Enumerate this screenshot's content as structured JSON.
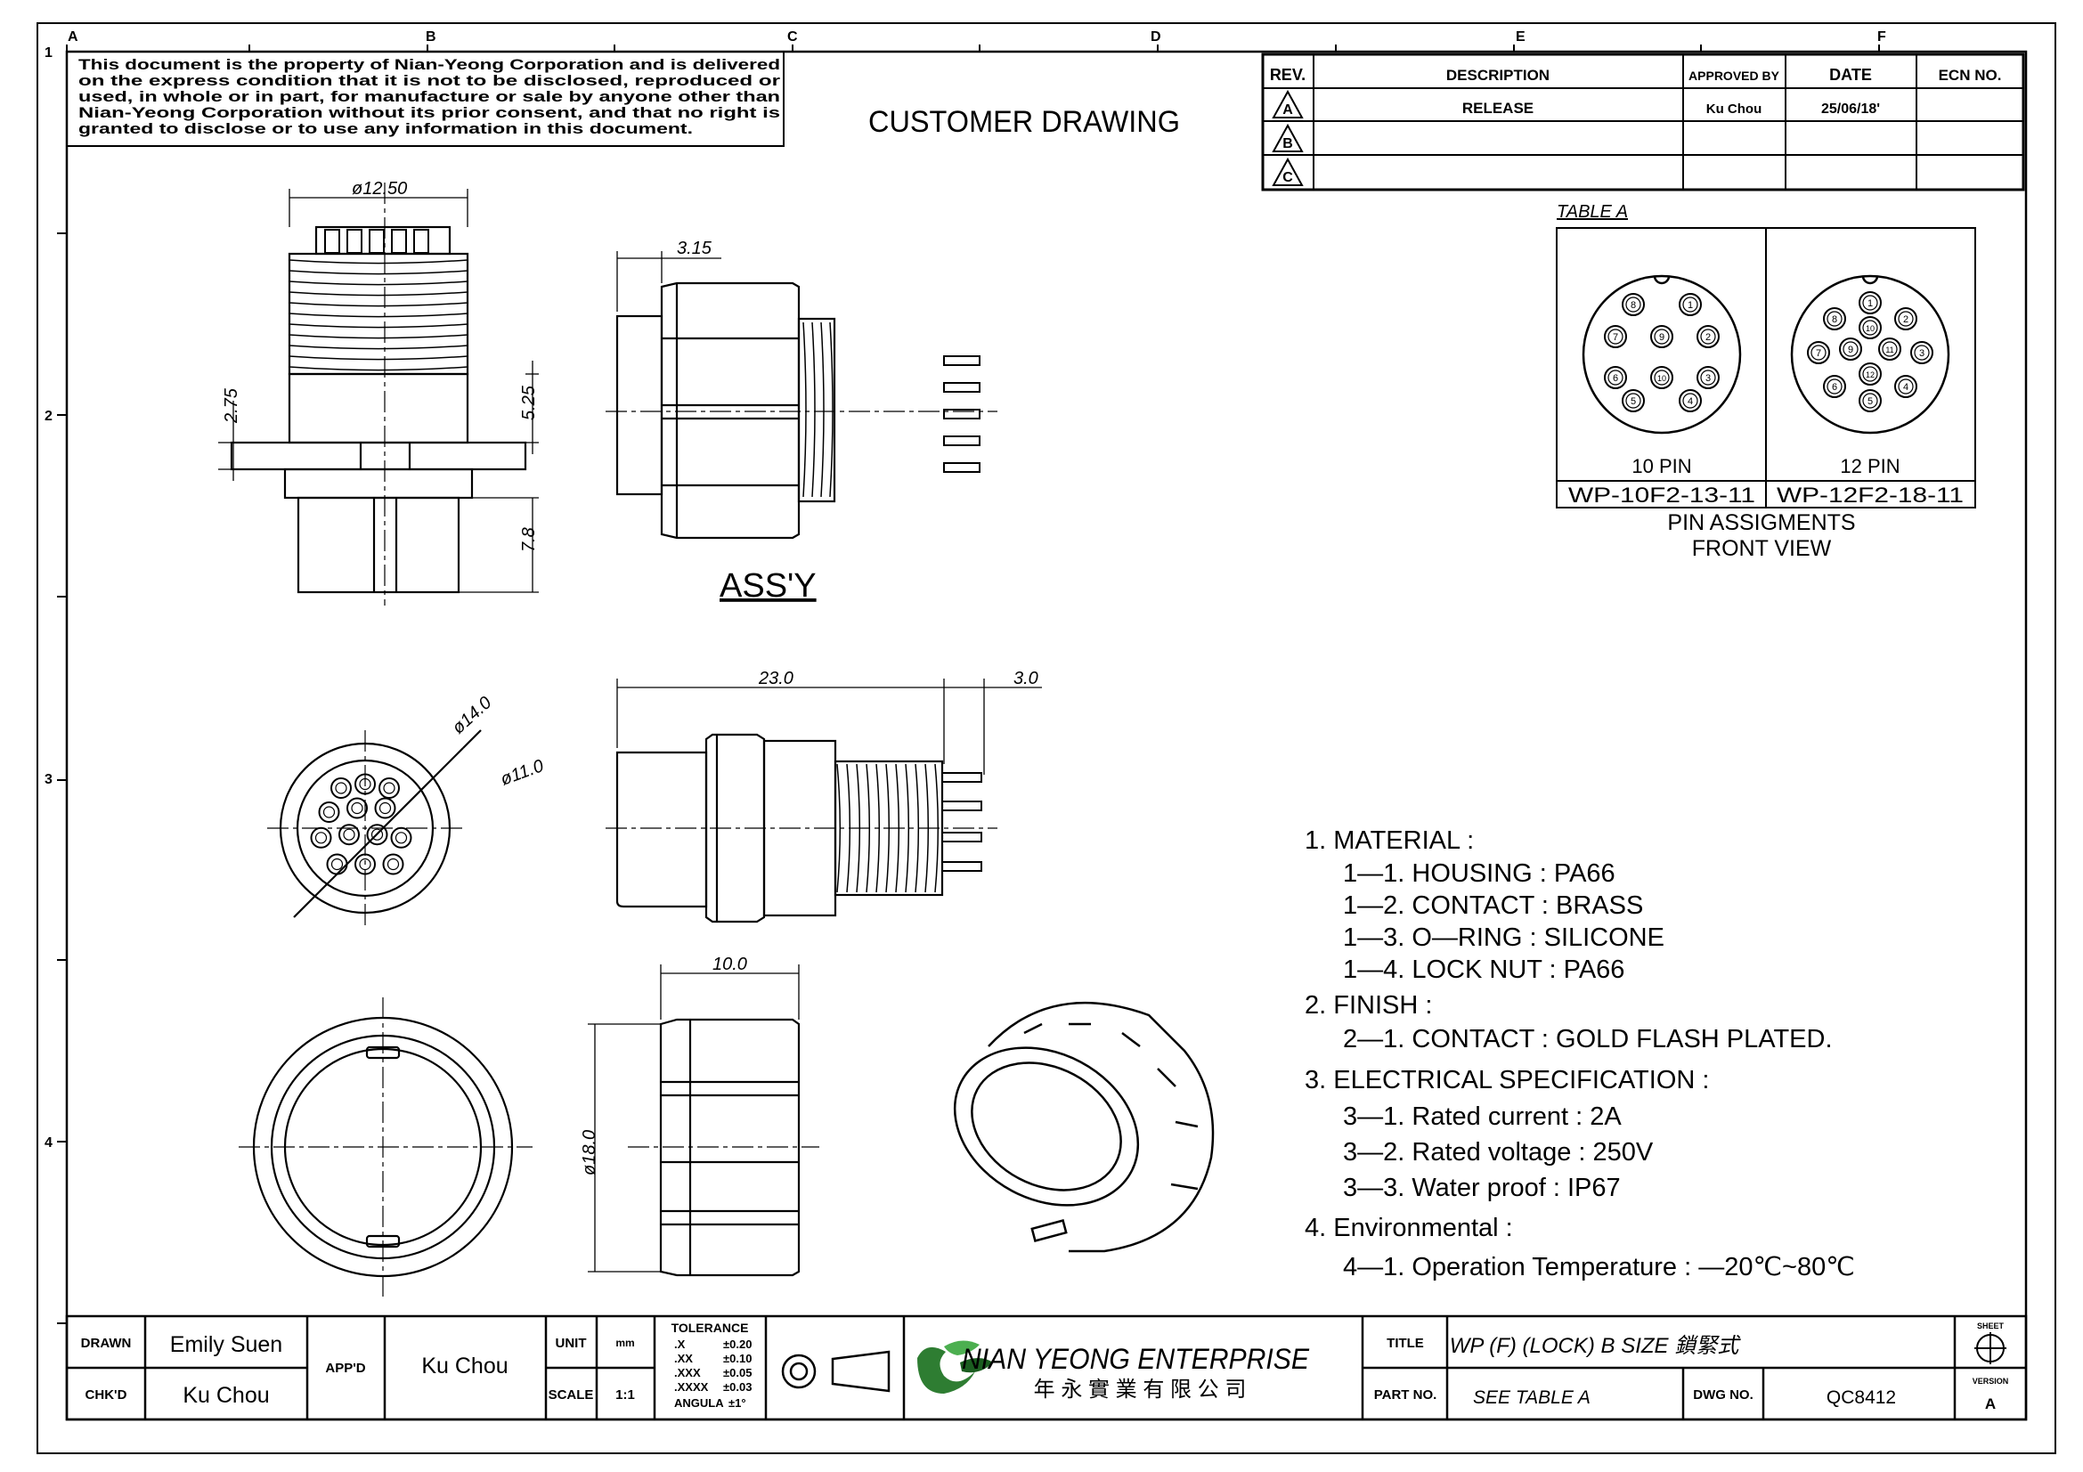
{
  "frame": {
    "zone_cols": [
      "A",
      "B",
      "C",
      "D",
      "E",
      "F"
    ],
    "zone_rows": [
      "1",
      "2",
      "3",
      "4"
    ]
  },
  "notice": {
    "lines": [
      "This document is the property of Nian-Yeong Corporation and is delivered",
      "on  the  express condition that it is not to be disclosed, reproduced or",
      "used, in whole or in part, for manufacture or sale by anyone other than",
      "Nian-Yeong Corporation without  its prior consent, and that  no right  is",
      "granted to disclose or to use any information in this  document."
    ]
  },
  "drawing_title": "CUSTOMER  DRAWING",
  "revision_table": {
    "headers": [
      "REV.",
      "DESCRIPTION",
      "APPROVED BY",
      "DATE",
      "ECN NO."
    ],
    "rows": [
      {
        "rev": "A",
        "description": "RELEASE",
        "approved_by": "Ku Chou",
        "date": "25/06/18'",
        "ecn": ""
      },
      {
        "rev": "B",
        "description": "",
        "approved_by": "",
        "date": "",
        "ecn": ""
      },
      {
        "rev": "C",
        "description": "",
        "approved_by": "",
        "date": "",
        "ecn": ""
      }
    ]
  },
  "table_a": {
    "label": "TABLE A",
    "cells": [
      {
        "pins": "10 PIN",
        "part": "WP-10F2-13-11",
        "numbers": [
          "1",
          "2",
          "3",
          "4",
          "5",
          "6",
          "7",
          "8",
          "9",
          "10"
        ]
      },
      {
        "pins": "12 PIN",
        "part": "WP-12F2-18-11",
        "numbers": [
          "1",
          "2",
          "3",
          "4",
          "5",
          "6",
          "7",
          "8",
          "9",
          "10",
          "11",
          "12"
        ]
      }
    ],
    "caption_1": "PIN  ASSIGMENTS",
    "caption_2": "FRONT  VIEW"
  },
  "dimensions": {
    "d1250": "ø12.50",
    "d275": "2.75",
    "d525": "5.25",
    "d78": "7.8",
    "d315": "3.15",
    "d230": "23.0",
    "d30": "3.0",
    "d140": "ø14.0",
    "d110": "ø11.0",
    "d100": "10.0",
    "d180": "ø18.0"
  },
  "assy_label": "ASS'Y",
  "notes": [
    "1.  MATERIAL  :",
    "1—1.  HOUSING  :  PA66",
    "1—2.  CONTACT  :  BRASS",
    "1—3.  O—RING  :  SILICONE",
    "1—4.  LOCK  NUT  :  PA66",
    "2.  FINISH  :",
    "2—1.  CONTACT  :  GOLD  FLASH  PLATED.",
    "3.  ELECTRICAL  SPECIFICATION  :",
    "3—1.  Rated   current  :  2A",
    "3—2.  Rated  voltage  :  250V",
    "3—3.  Water  proof  :  IP67",
    "4.  Environmental  :",
    "4—1.  Operation  Temperature  :  —20℃~80℃"
  ],
  "title_block": {
    "drawn_label": "DRAWN",
    "drawn_value": "Emily Suen",
    "chkd_label": "CHK'D",
    "chkd_value": "Ku Chou",
    "appd_label": "APP'D",
    "appd_value": "Ku Chou",
    "unit_label": "UNIT",
    "unit_value": "mm",
    "scale_label": "SCALE",
    "scale_value": "1:1",
    "tolerance_title": "TOLERANCE",
    "tolerance_rows": [
      {
        "k": ".X",
        "v": "±0.20"
      },
      {
        "k": ".XX",
        "v": "±0.10"
      },
      {
        "k": ".XXX",
        "v": "±0.05"
      },
      {
        "k": ".XXXX",
        "v": "±0.03"
      },
      {
        "k": "ANGULA",
        "v": "±1°"
      }
    ],
    "company_name": "NIAN YEONG ENTERPRISE",
    "company_chinese": "年 永 實 業 有 限 公 司",
    "title_label": "TITLE",
    "title_value": "WP (F) (LOCK) B SIZE 鎖緊式",
    "part_label": "PART NO.",
    "part_value": "SEE TABLE A",
    "dwg_label": "DWG NO.",
    "dwg_value": "QC8412",
    "sheet_label": "SHEET",
    "version_label": "VERSION",
    "version_value": "A"
  }
}
